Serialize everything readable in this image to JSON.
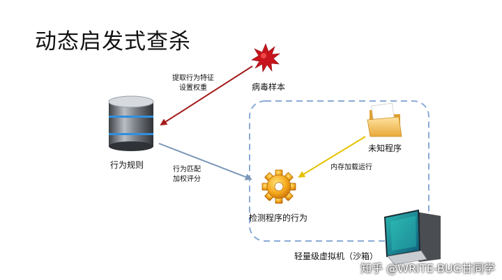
{
  "title": "动态启发式查杀",
  "nodes": {
    "virus_sample": "病毒样本",
    "behavior_rules": "行为规则",
    "unknown_program": "未知程序",
    "detect_behavior": "检测程序的行为",
    "sandbox": "轻量级虚拟机（沙箱）"
  },
  "edges": {
    "extract_line1": "提取行为特征",
    "extract_line2": "设置权重",
    "match_line1": "行为匹配",
    "match_line2": "加权评分",
    "load": "内存加载运行"
  },
  "watermark": "知乎 @WRITE-BUG甘同学",
  "colors": {
    "red_arrow": "#a31a1a",
    "blue_arrow": "#7a96b8",
    "yellow_arrow": "#e6c200",
    "dashed_box": "#8aaad6"
  }
}
